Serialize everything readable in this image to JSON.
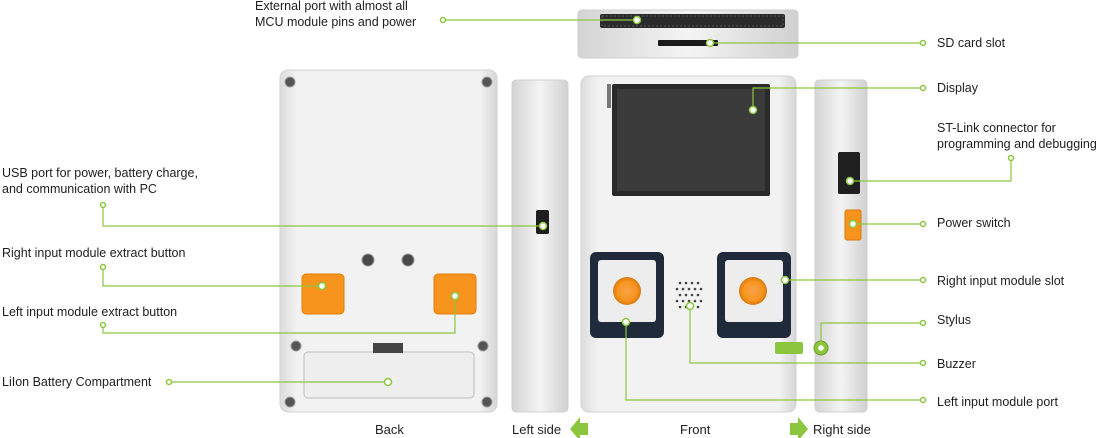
{
  "colors": {
    "accent": "#8cc63f",
    "callout_line": "#8cc63f",
    "button_orange": "#f7941d",
    "device_body": "#ececec",
    "module_dark": "#1f2a3a",
    "display": "#2a2a2a"
  },
  "labels": {
    "external_port": "External port with almost all\nMCU module pins and power",
    "sd_card": "SD card slot",
    "display": "Display",
    "stlink": "ST-Link connector for\nprogramming and debugging",
    "usb": "USB port for power, battery charge,\nand communication with PC",
    "power_switch": "Power switch",
    "right_extract": "Right input module extract button",
    "right_slot": "Right input module slot",
    "left_extract": "Left input module extract button",
    "stylus": "Stylus",
    "buzzer": "Buzzer",
    "battery": "LiIon Battery Compartment",
    "left_port": "Left input module port"
  },
  "views": {
    "back": "Back",
    "left_side": "Left side",
    "front": "Front",
    "right_side": "Right side"
  },
  "icons": {
    "left_arrow": "arrow-left-icon",
    "right_arrow": "arrow-right-icon"
  }
}
